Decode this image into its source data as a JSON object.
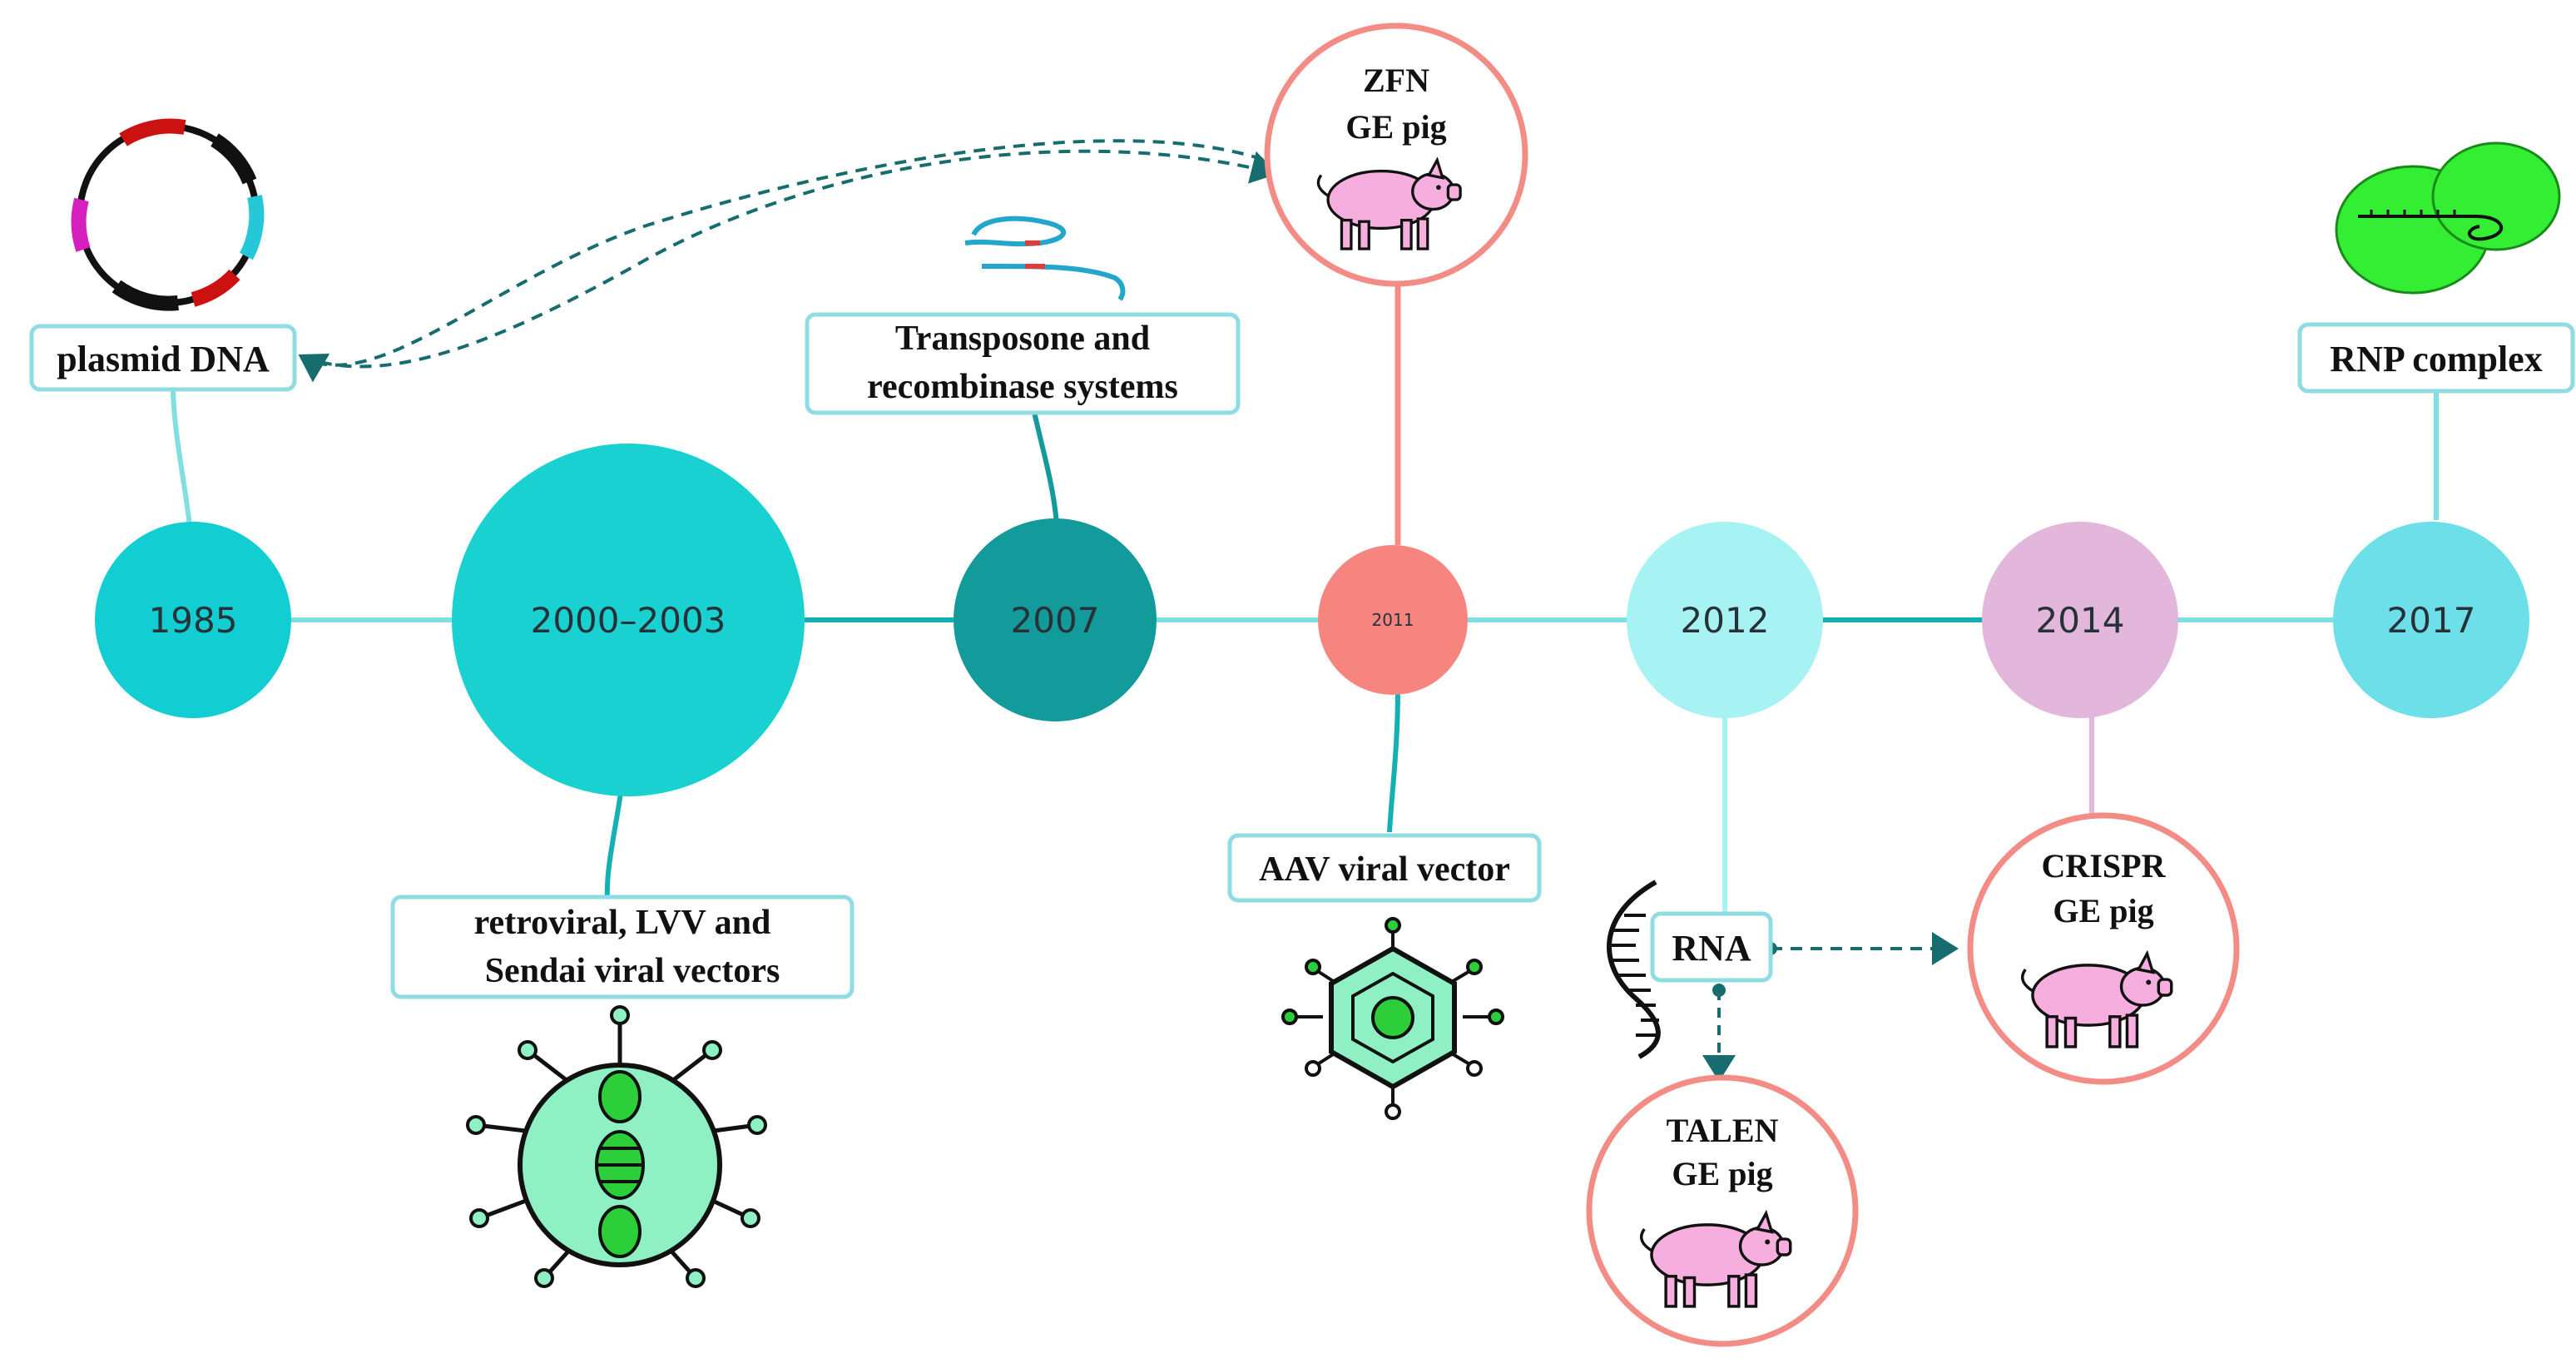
{
  "timeline": {
    "nodes": [
      {
        "id": "1985",
        "label": "1985",
        "color": "#12cdd1"
      },
      {
        "id": "2000-2003",
        "label": "2000–2003",
        "color": "#1ad1d1"
      },
      {
        "id": "2007",
        "label": "2007",
        "color": "#139a9a"
      },
      {
        "id": "2011",
        "label": "2011",
        "color": "#f7857f"
      },
      {
        "id": "2012",
        "label": "2012",
        "color": "#a7f2f2"
      },
      {
        "id": "2014",
        "label": "2014",
        "color": "#e3b6dc"
      },
      {
        "id": "2017",
        "label": "2017",
        "color": "#6ddfe8"
      }
    ]
  },
  "labels": {
    "plasmid": "plasmid DNA",
    "transposone_line1": "Transposone and",
    "transposone_line2": "recombinase systems",
    "retroviral_line1": "retroviral, LVV and",
    "retroviral_line2": "Sendai viral vectors",
    "aav": "AAV viral vector",
    "rna": "RNA",
    "rnp": "RNP complex"
  },
  "pigs": {
    "zfn_line1": "ZFN",
    "zfn_line2": "GE pig",
    "talen_line1": "TALEN",
    "talen_line2": "GE pig",
    "crispr_line1": "CRISPR",
    "crispr_line2": "GE pig"
  },
  "colors": {
    "teal_line": "#7fdfe3",
    "pink_line": "#f48c86",
    "dashed_arrow": "#176d6d",
    "pig_fill": "#f6aede",
    "virus_fill": "#8ff0c4",
    "dna_green": "#2ccf3a",
    "rnp_green": "#33ee33"
  }
}
